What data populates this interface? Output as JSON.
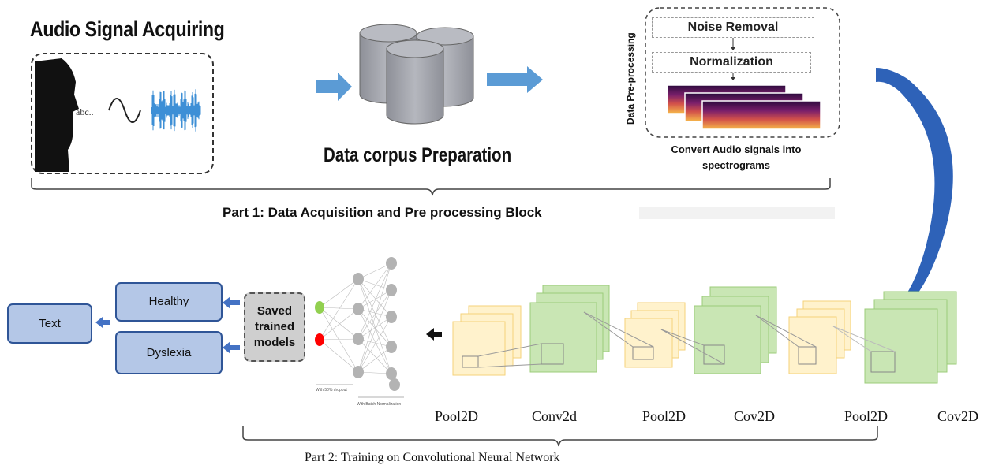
{
  "part1": {
    "acquire_title": "Audio Signal Acquiring",
    "speech_text": "abc..",
    "corpus_title": "Data corpus Preparation",
    "preprocessing_label": "Data Pre-processing",
    "steps": [
      "Noise Removal",
      "Normalization"
    ],
    "spectrogram_caption": "Convert Audio signals into spectrograms",
    "block_label": "Part 1: Data Acquisition and Pre processing Block"
  },
  "part2": {
    "block_label": "Part 2: Training on Convolutional Neural Network",
    "layers": [
      "Pool2D",
      "Conv2d",
      "Pool2D",
      "Cov2D",
      "Pool2D",
      "Cov2D"
    ],
    "nn_captions": [
      "With 50% dropout",
      "With Batch Normalization"
    ],
    "saved_models": "Saved trained models",
    "outputs": [
      "Healthy",
      "Dyslexia"
    ],
    "final_output": "Text"
  },
  "colors": {
    "arrow_blue": "#5b9bd5",
    "curve_arrow": "#2e62b8",
    "pool_fill": "#fff2cc",
    "pool_border": "#f4d27a",
    "conv_fill": "#c9e6b4",
    "conv_border": "#9ccc7a",
    "cylinder": "#a7a9b0",
    "output_box": "#b4c7e7",
    "input_node": "#92d050",
    "output_node": "#ff0000"
  }
}
